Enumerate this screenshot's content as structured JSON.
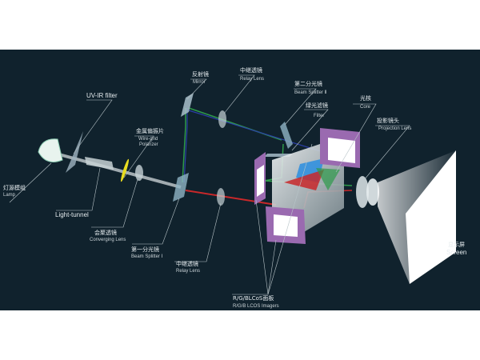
{
  "title": "LCoS projector optical path",
  "colors": {
    "background": "#10222d",
    "red": "#c8282a",
    "green": "#2e9a4a",
    "blue": "#2b3fa8",
    "imager": "#9a6ab0",
    "polarizer": "#e8dc20"
  },
  "labels": {
    "lamp": {
      "zh": "灯源模组",
      "en": "Lamp"
    },
    "uvir": {
      "en": "UV-IR  filter"
    },
    "tunnel": {
      "en": "Light-tunnel"
    },
    "polarizer": {
      "zh": "金属偏振片",
      "en1": "Wire-grid",
      "en2": "Polarizer"
    },
    "converging": {
      "zh": "会聚透镜",
      "en": "Converging Lens"
    },
    "mirror": {
      "zh": "反射镜",
      "en": "Mirror"
    },
    "relay1": {
      "zh": "中继透镜",
      "en": "Relay Lens"
    },
    "bs1": {
      "zh": "第一分光镜",
      "en": "Beam Splitter Ⅰ"
    },
    "relay2": {
      "zh": "中继透镜",
      "en": "Relay Lens"
    },
    "bs2": {
      "zh": "第二分光镜",
      "en": "Beam Splitter Ⅱ"
    },
    "filter": {
      "zh": "绿光滤镜",
      "en": "Filter"
    },
    "core": {
      "zh": "光核",
      "en": "Core"
    },
    "projection": {
      "zh": "投影镜头",
      "en": "Projection Lens"
    },
    "screen": {
      "zh": "显示屏",
      "en": "Screen"
    },
    "imagers": {
      "zh": "R/G/BLCoS面板",
      "en": "R/G/B LCOS Imagers"
    }
  }
}
